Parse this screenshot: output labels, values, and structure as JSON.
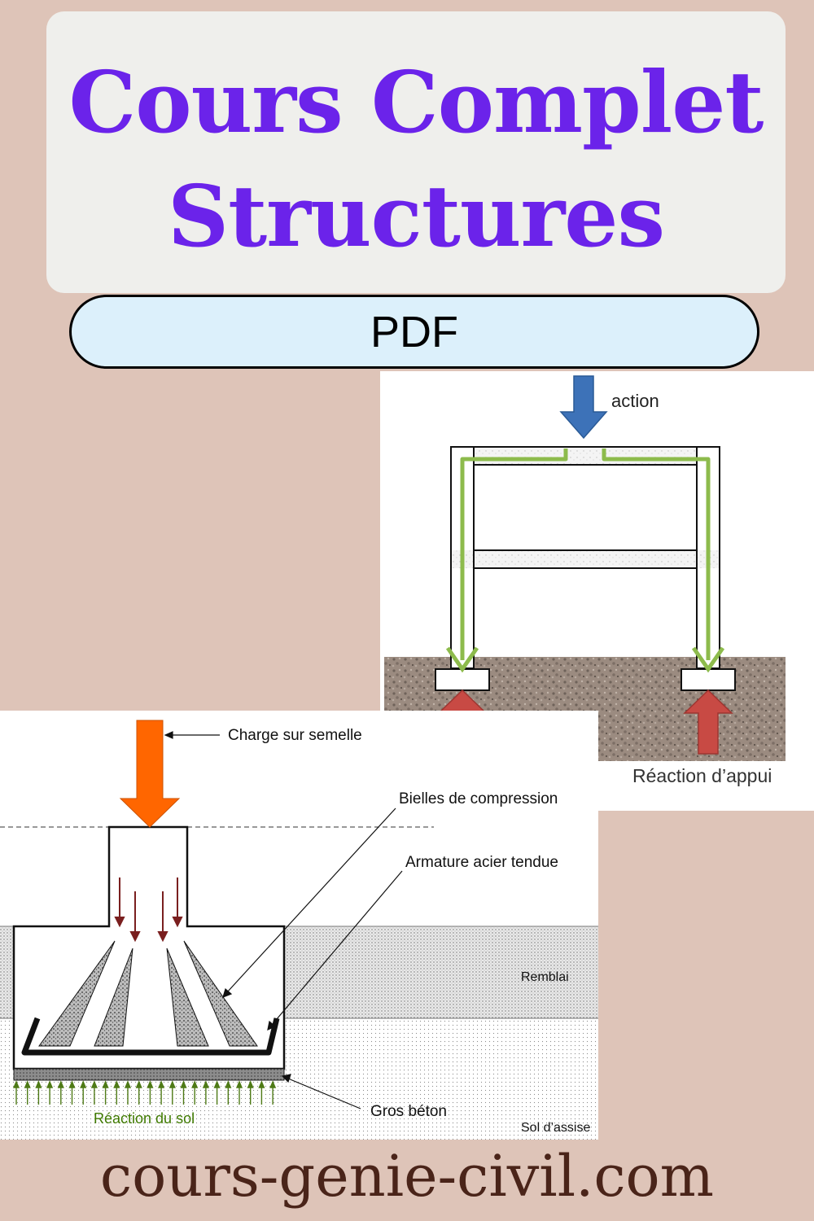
{
  "title": {
    "line1": "Cours Complet",
    "line2": "Structures"
  },
  "badge": "PDF",
  "frame_diagram": {
    "action_label": "action",
    "reaction_label": "Réaction d’appui"
  },
  "footing_diagram": {
    "load_label": "Charge sur semelle",
    "struts_label": "Bielles de compression",
    "steel_label": "Armature acier tendue",
    "backfill_label": "Remblai",
    "lean_concrete_label": "Gros béton",
    "soil_reaction_label": "Réaction du sol",
    "bearing_soil_label": "Sol d’assise"
  },
  "footer": "cours-genie-civil.com",
  "colors": {
    "background": "#dec4b8",
    "title": "#6b23ea",
    "pill": "#dcf0fb",
    "load_path": "#8dbb4c",
    "action_arrow": "#3d72b8",
    "reaction_arrow": "#c84a44",
    "footing_load": "#ff6600",
    "footer": "#4a2419"
  }
}
